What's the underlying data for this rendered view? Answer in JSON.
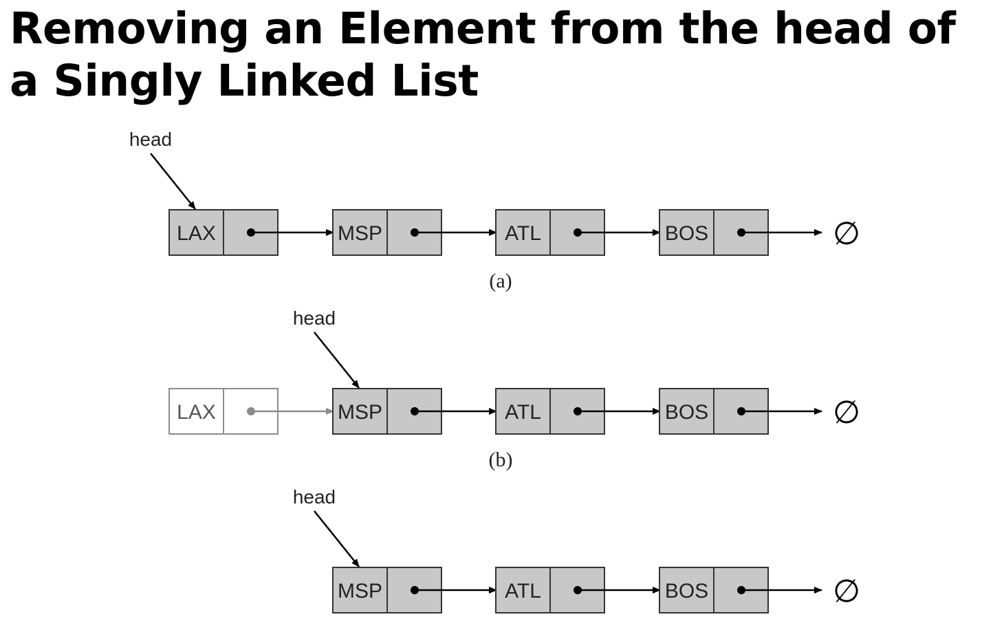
{
  "title": {
    "line1": "Removing an Element from the head of",
    "line2": "a Singly Linked List"
  },
  "diagrams": [
    {
      "id": "a",
      "head_label": "head",
      "caption": "(a)",
      "nodes": [
        {
          "label": "LAX",
          "state": "active"
        },
        {
          "label": "MSP",
          "state": "active"
        },
        {
          "label": "ATL",
          "state": "active"
        },
        {
          "label": "BOS",
          "state": "active"
        }
      ],
      "null_symbol": "∅"
    },
    {
      "id": "b",
      "head_label": "head",
      "caption": "(b)",
      "nodes": [
        {
          "label": "LAX",
          "state": "removed"
        },
        {
          "label": "MSP",
          "state": "active"
        },
        {
          "label": "ATL",
          "state": "active"
        },
        {
          "label": "BOS",
          "state": "active"
        }
      ],
      "null_symbol": "∅"
    },
    {
      "id": "c",
      "head_label": "head",
      "caption": "",
      "nodes": [
        {
          "label": "MSP",
          "state": "active"
        },
        {
          "label": "ATL",
          "state": "active"
        },
        {
          "label": "BOS",
          "state": "active"
        }
      ],
      "null_symbol": "∅"
    }
  ],
  "colors": {
    "node_fill": "#c8c8c8",
    "removed_fill": "#ffffff",
    "removed_stroke": "#8c8c8c",
    "stroke": "#333333"
  }
}
